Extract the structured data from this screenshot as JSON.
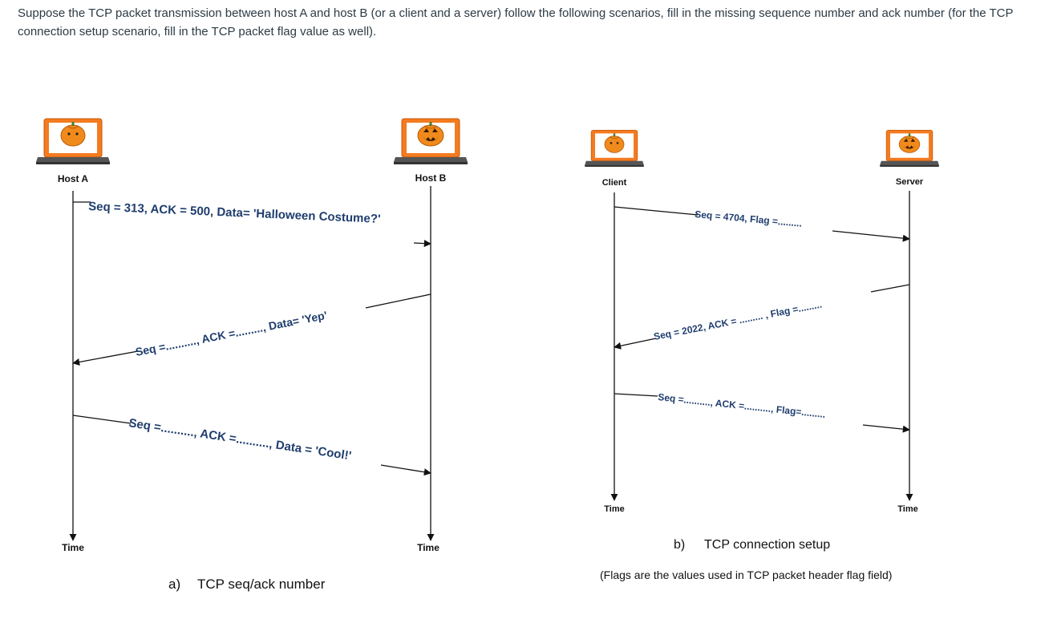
{
  "question": "Suppose the TCP packet transmission between host A and host B (or a client and a server) follow the following scenarios, fill in the missing sequence number and ack number (for the TCP connection setup scenario, fill in the TCP packet flag value as well).",
  "colors": {
    "laptop_body": "#f47b20",
    "laptop_base": "#555555",
    "pumpkin": "#f08a1c",
    "message_text": "#1f3d6e",
    "arrow": "#111111"
  },
  "icons": [
    "laptop-icon",
    "pumpkin-icon"
  ],
  "diagram_a": {
    "left_host": "Host A",
    "right_host": "Host B",
    "left_time": "Time",
    "right_time": "Time",
    "caption_letter": "a)",
    "caption": "TCP seq/ack number",
    "messages": [
      {
        "text": "Seq = 313, ACK = 500, Data= 'Halloween Costume?'",
        "direction": "A to B"
      },
      {
        "text": "Seq =.........., ACK =........., Data= 'Yep'",
        "direction": "B to A"
      },
      {
        "text": "Seq =.........., ACK =.........., Data = 'Cool!'",
        "direction": "A to B"
      }
    ]
  },
  "diagram_b": {
    "left_host": "Client",
    "right_host": "Server",
    "left_time": "Time",
    "right_time": "Time",
    "caption_letter": "b)",
    "caption": "TCP connection setup",
    "subcaption": "(Flags are the values used in TCP packet header flag field)",
    "messages": [
      {
        "text": "Seq = 4704, Flag =.........",
        "direction": "Client to Server"
      },
      {
        "text": "Seq = 2022, ACK = ......... , Flag =.........",
        "direction": "Server to Client"
      },
      {
        "text": "Seq =.........., ACK =.........., Flag=.........",
        "direction": "Client to Server"
      }
    ]
  }
}
